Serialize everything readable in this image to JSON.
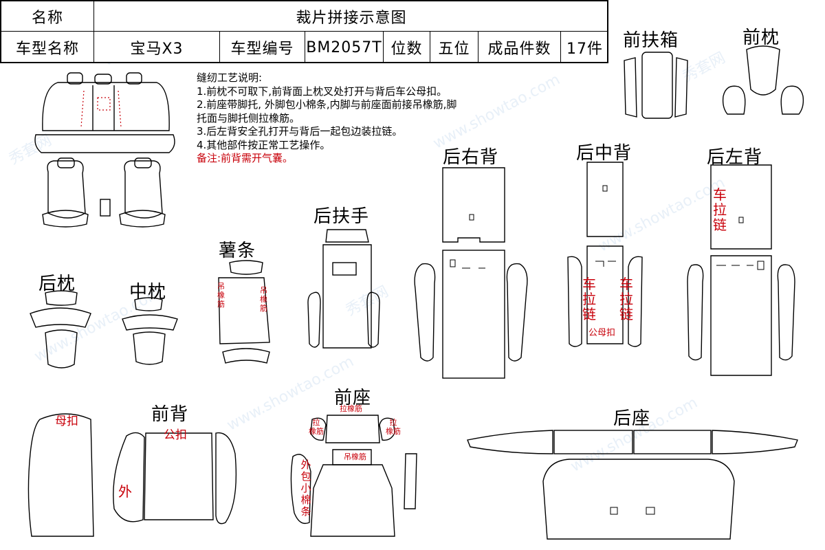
{
  "header": {
    "name_label": "名称",
    "title": "裁片拼接示意图",
    "model_name_label": "车型名称",
    "model_name": "宝马X3",
    "model_code_label": "车型编号",
    "model_code": "BM2057T",
    "seats_label": "位数",
    "seats": "五位",
    "pieces_label": "成品件数",
    "pieces": "17件"
  },
  "notes": {
    "heading": "缝纫工艺说明:",
    "lines": [
      "1.前枕不可取下,前背面上枕叉处打开与背后车公母扣。",
      "2.前座带脚托, 外脚包小棉条,内脚与前座面前接吊橡筋,脚",
      "托面与脚托侧拉橡筋。",
      "3.后左背安全孔打开与背后一起包边装拉链。",
      "4.其他部件按正常工艺操作。"
    ],
    "remark": "备注:前背需开气囊。"
  },
  "part_labels": {
    "front_armrest_box": "前扶箱",
    "front_pillow": "前枕",
    "rear_right_back": "后右背",
    "rear_middle_back": "后中背",
    "rear_left_back": "后左背",
    "rear_armrest": "后扶手",
    "strip": "薯条",
    "rear_pillow": "后枕",
    "middle_pillow": "中枕",
    "front_back": "前背",
    "front_seat": "前座",
    "rear_seat": "后座"
  },
  "annotations": {
    "zipper_vertical": "车\n拉\n链",
    "elastic_vertical": "吊\n橡\n筋",
    "female_snap_male": "公母扣",
    "female_snap": "母扣",
    "male_snap": "公扣",
    "outer": "外",
    "outer_wrap": "外\n包\n小\n棉\n条",
    "pull_elastic": "拉橡筋",
    "hang_elastic": "吊橡筋",
    "pull_elastic_vertical": "拉\n橡筋"
  },
  "watermark": "www.showtao.com",
  "watermark_cn": "秀套网",
  "colors": {
    "annotation": "#c8000a",
    "watermark": "#d7e4f3"
  }
}
